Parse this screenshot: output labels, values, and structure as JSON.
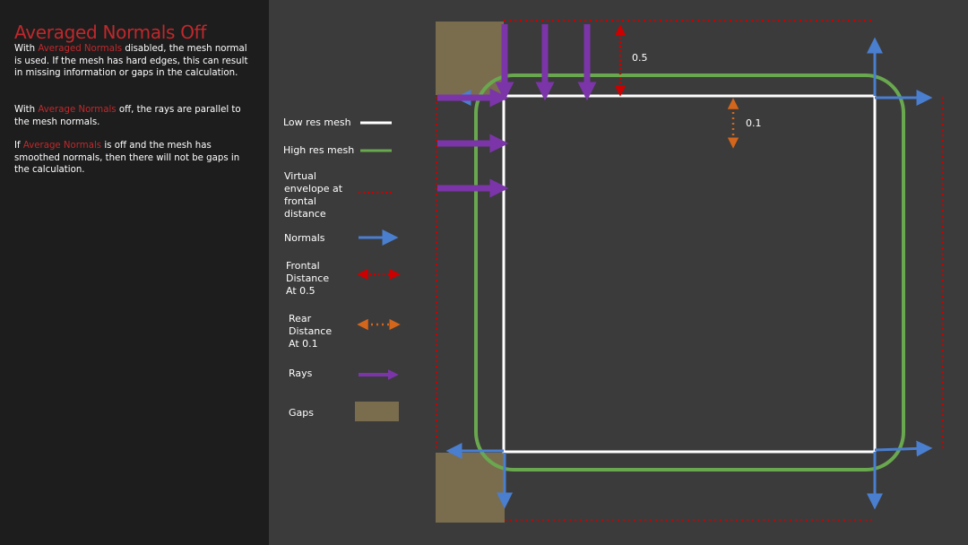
{
  "panel": {
    "title": "Averaged Normals Off",
    "p1": {
      "before": "With ",
      "term": "Averaged Normals",
      "after": " disabled, the mesh normal is used. If the mesh has hard edges, this can result in missing information or gaps in the calculation."
    },
    "p2": {
      "before": "With ",
      "term": "Average Normals",
      "after": " off, the rays are parallel to the mesh normals."
    },
    "p3": {
      "before": "If ",
      "term": "Average Normals",
      "after": " is off and the mesh has smoothed normals, then there will not be gaps in the calculation."
    }
  },
  "legend": {
    "low_res": "Low res mesh",
    "high_res": [
      "High res mesh"
    ],
    "envelope": [
      "Virtual",
      "envelope at",
      "frontal",
      "distance"
    ],
    "normals": [
      "Normals"
    ],
    "frontal": [
      "Frontal",
      "Distance",
      "At 0.5"
    ],
    "rear": [
      "Rear",
      "Distance",
      "At 0.1"
    ],
    "rays": [
      "Rays"
    ],
    "gaps": [
      "Gaps"
    ]
  },
  "labels": {
    "frontal_value": "0.5",
    "rear_value": "0.1"
  },
  "colors": {
    "accent_red": "#c0282c",
    "low_res_mesh": "#ffffff",
    "high_res_mesh": "#6aa84f",
    "envelope": "#cc0000",
    "normals": "#4a7ecf",
    "rear_distance": "#d4661c",
    "rays": "#7b35a8",
    "gaps": "#7a6d4e"
  }
}
